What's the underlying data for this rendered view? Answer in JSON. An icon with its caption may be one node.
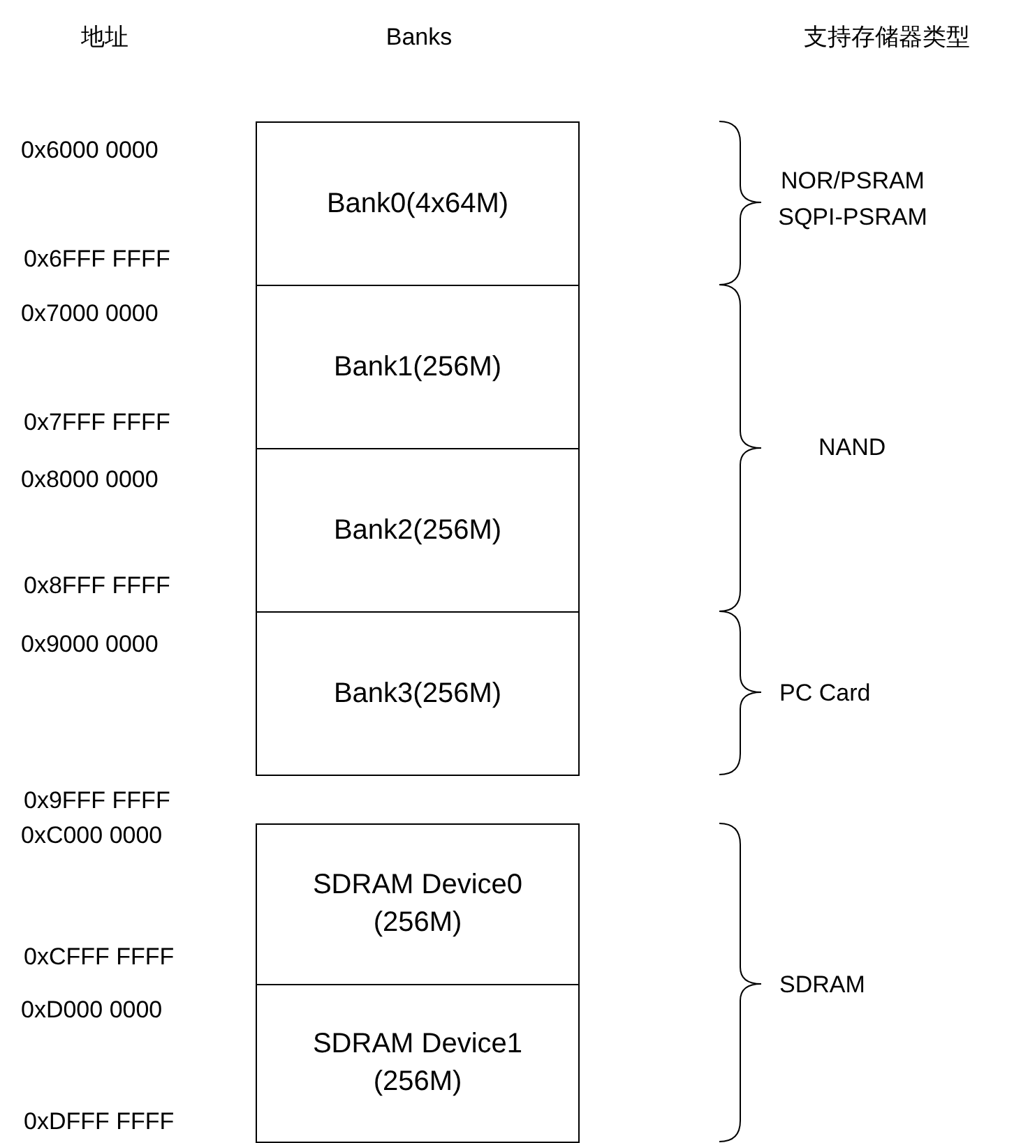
{
  "diagram": {
    "nodes": [
      {
        "text": [
          "Bank0(4x64M)"
        ]
      },
      {
        "text": [
          "Bank1(256M)"
        ]
      },
      {
        "text": [
          "Bank2(256M)"
        ]
      },
      {
        "text": [
          "Bank3(256M)"
        ]
      },
      {
        "text": [
          "SDRAM Device0 (256M)"
        ]
      },
      {
        "text": [
          "SDRAM Device1 (256M)"
        ]
      }
    ],
    "labels": [
      "地址",
      "Banks",
      "支持存储器类型",
      "0x6000 0000",
      "NOR/PSRAM SQPI-PSRAM",
      "0x6FFF FFFF",
      "0x7000 0000",
      "0x7FFF FFFF",
      "NAND",
      "0x8000 0000",
      "0x8FFF FFFF",
      "0x9000 0000",
      "PC Card",
      "0x9FFF FFFF",
      "0xC000 0000",
      "0xCFFF FFFF",
      "SDRAM",
      "0xD000 0000",
      "0xDFFF FFFF"
    ]
  }
}
